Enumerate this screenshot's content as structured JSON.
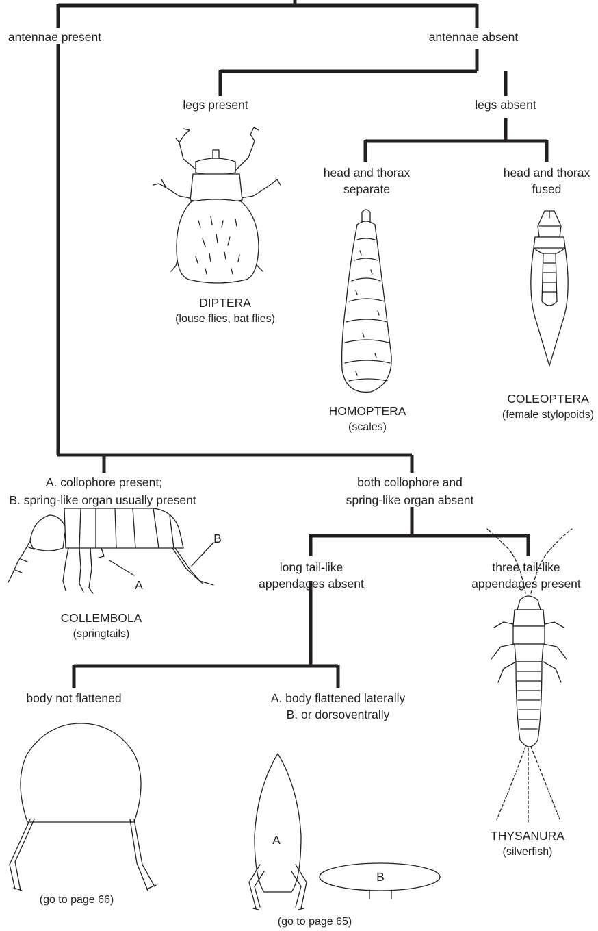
{
  "labels": {
    "antennae_present": "antennae present",
    "antennae_absent": "antennae absent",
    "legs_present": "legs present",
    "legs_absent": "legs absent",
    "head_thorax_separate_1": "head and thorax",
    "head_thorax_separate_2": "separate",
    "head_thorax_fused_1": "head and thorax",
    "head_thorax_fused_2": "fused",
    "collophore_present_1": "A. collophore present;",
    "collophore_present_2": "B. spring-like organ usually present",
    "collophore_absent_1": "both collophore and",
    "collophore_absent_2": "spring-like organ absent",
    "tail_absent_1": "long tail-like",
    "tail_absent_2": "appendages absent",
    "tail_present_1": "three tail-like",
    "tail_present_2": "appendages present",
    "body_not_flattened": "body not flattened",
    "flattened_1": "A. body flattened laterally",
    "flattened_2": "B. or dorsoventrally"
  },
  "taxa": {
    "diptera": {
      "name": "DIPTERA",
      "common": "(louse flies, bat flies)"
    },
    "homoptera": {
      "name": "HOMOPTERA",
      "common": "(scales)"
    },
    "coleoptera": {
      "name": "COLEOPTERA",
      "common": "(female stylopoids)"
    },
    "collembola": {
      "name": "COLLEMBOLA",
      "common": "(springtails)"
    },
    "thysanura": {
      "name": "THYSANURA",
      "common": "(silverfish)"
    }
  },
  "callouts": {
    "a": "A",
    "b": "B"
  },
  "goto": {
    "page66": "(go to page 66)",
    "page65": "(go to page 65)"
  },
  "colors": {
    "ink": "#231f20",
    "background": "#ffffff"
  }
}
